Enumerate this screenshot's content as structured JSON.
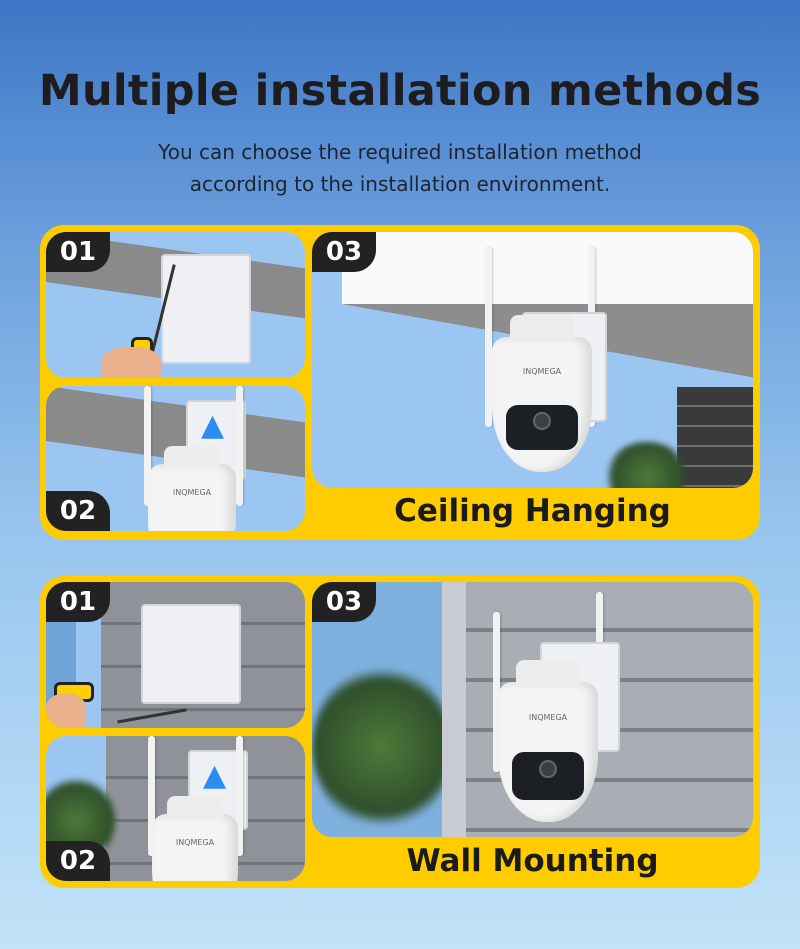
{
  "header": {
    "title": "Multiple installation methods",
    "subtitle_line1": "You can choose the required installation method",
    "subtitle_line2": "according to the installation environment."
  },
  "sections": [
    {
      "label": "Ceiling Hanging",
      "steps": [
        "01",
        "02",
        "03"
      ],
      "brand": "INQMEGA"
    },
    {
      "label": "Wall Mounting",
      "steps": [
        "01",
        "02",
        "03"
      ],
      "brand": "INQMEGA"
    }
  ],
  "colors": {
    "accent": "#ffcc00",
    "badge": "#222222"
  }
}
